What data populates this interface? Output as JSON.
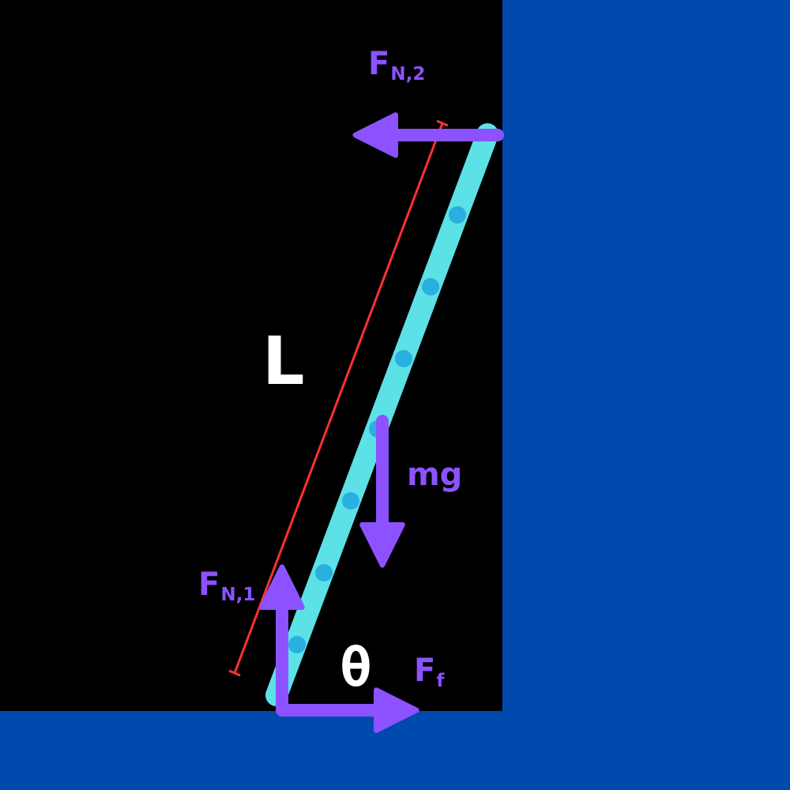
{
  "colors": {
    "background": "#000000",
    "wall": "#004AAD",
    "ladder": "#5CE1E6",
    "rung": "#2AB0DE",
    "force": "#8C52FF",
    "length_marker": "#FF3131",
    "label_white": "#FFFFFF"
  },
  "labels": {
    "length": "L",
    "angle": "θ",
    "weight": "mg",
    "normal_wall": {
      "main": "F",
      "sub": "N,2"
    },
    "normal_floor": {
      "main": "F",
      "sub": "N,1"
    },
    "friction": {
      "main": "F",
      "sub": "f"
    }
  }
}
